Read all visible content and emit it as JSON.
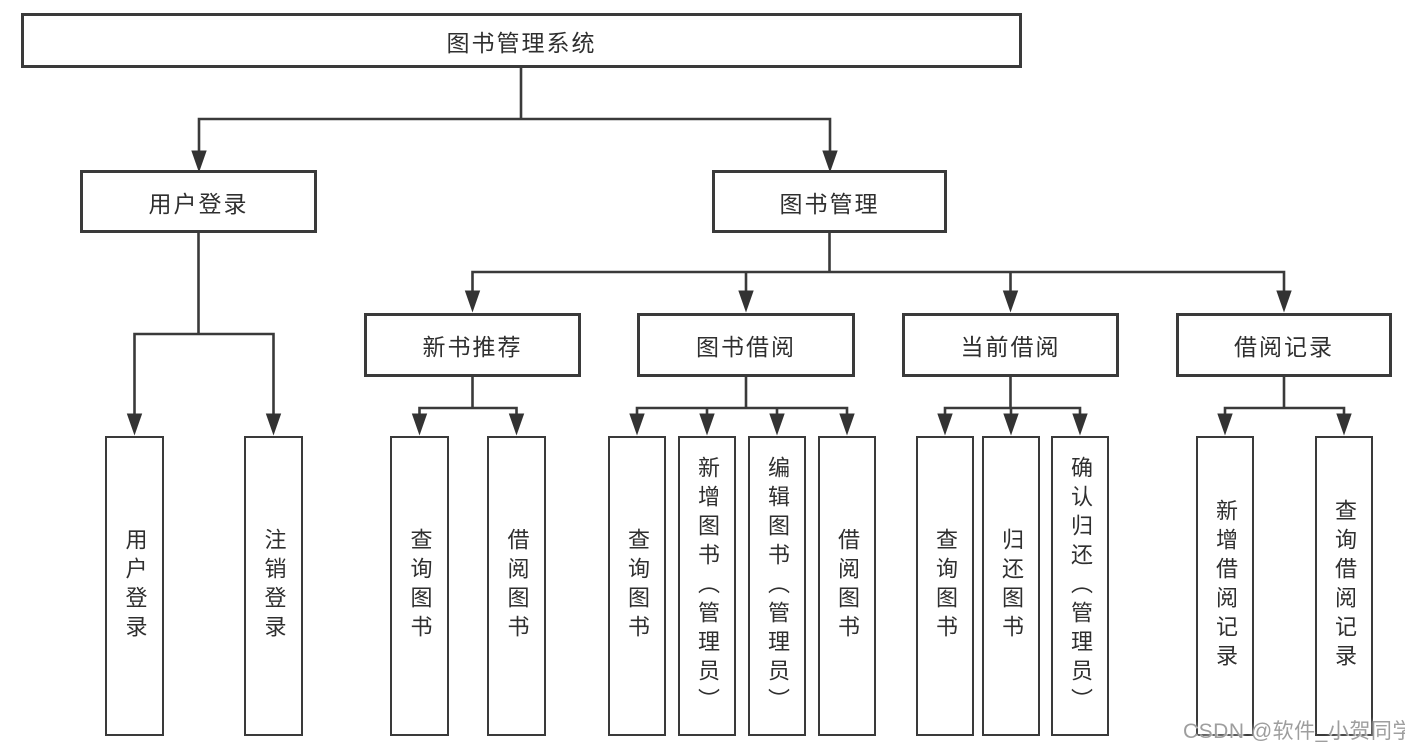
{
  "tree": {
    "root": {
      "label": "图书管理系统"
    },
    "branches": [
      {
        "label": "用户登录",
        "children": [
          {
            "label": "用户登录"
          },
          {
            "label": "注销登录"
          }
        ]
      },
      {
        "label": "图书管理",
        "children": [
          {
            "label": "新书推荐",
            "children": [
              {
                "label": "查询图书"
              },
              {
                "label": "借阅图书"
              }
            ]
          },
          {
            "label": "图书借阅",
            "children": [
              {
                "label": "查询图书"
              },
              {
                "label": "新增图书（管理员）"
              },
              {
                "label": "编辑图书（管理员）"
              },
              {
                "label": "借阅图书"
              }
            ]
          },
          {
            "label": "当前借阅",
            "children": [
              {
                "label": "查询图书"
              },
              {
                "label": "归还图书"
              },
              {
                "label": "确认归还（管理员）"
              }
            ]
          },
          {
            "label": "借阅记录",
            "children": [
              {
                "label": "新增借阅记录"
              },
              {
                "label": "查询借阅记录"
              }
            ]
          }
        ]
      }
    ]
  },
  "watermark": {
    "text": "CSDN @软件_小贺同学"
  },
  "colors": {
    "line": "#3a3a3a",
    "box_border": "#3a3a3a",
    "text": "#2f2f2f",
    "watermark": "#9e9e9e",
    "background": "#ffffff"
  }
}
